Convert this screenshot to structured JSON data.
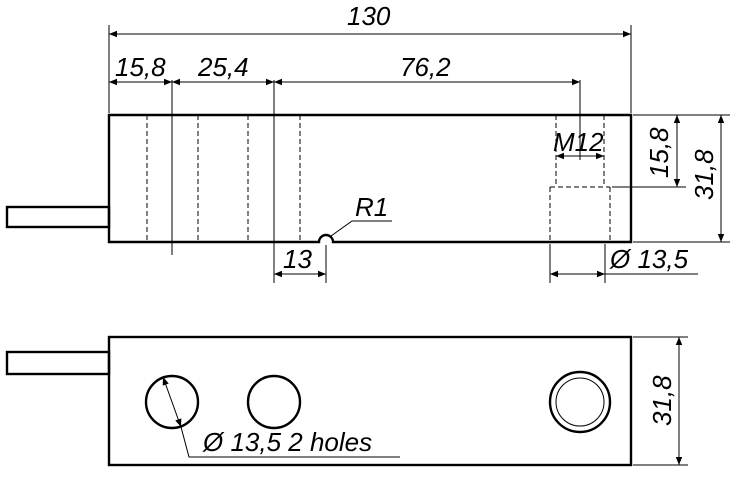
{
  "dimensions": {
    "overall_length": "130",
    "first_hole_offset": "15,8",
    "hole_spacing": "25,4",
    "mount_hole_spacing": "76,2",
    "thread": "M12",
    "thread_depth": "15,8",
    "body_height": "31,8",
    "fillet_radius": "R1",
    "notch_width": "13",
    "hole_diameter": "Ø 13,5",
    "side_height": "31,8",
    "holes_note": "Ø 13,5  2 holes"
  },
  "colors": {
    "line": "#000000",
    "background": "#ffffff"
  }
}
